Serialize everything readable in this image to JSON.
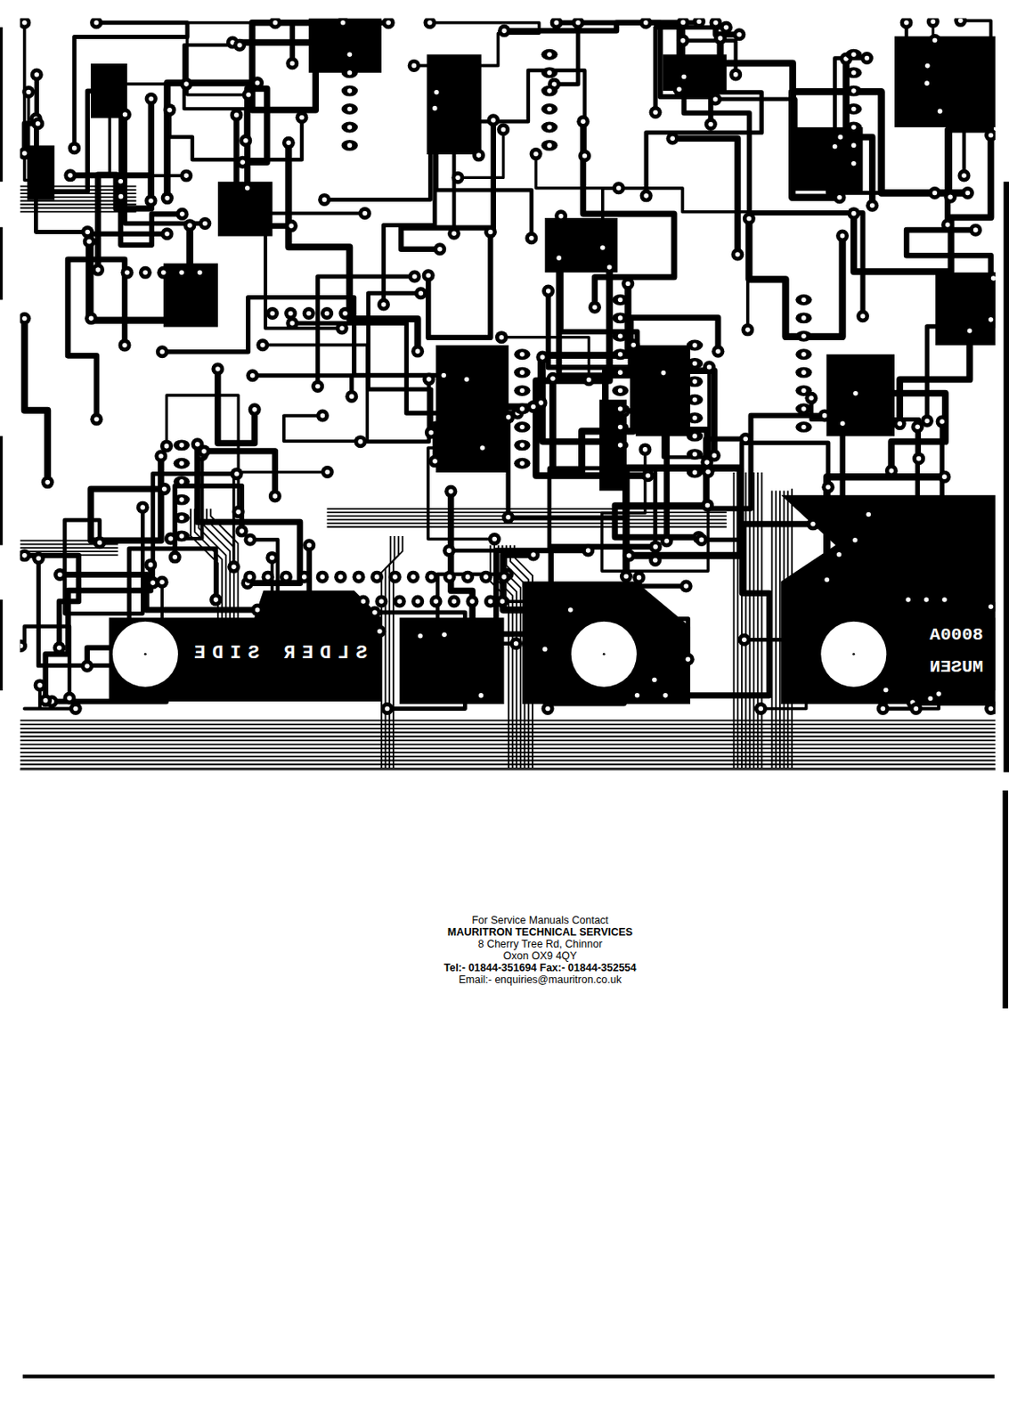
{
  "diagram": {
    "labels": [
      "SLDER SIDE",
      "8000A",
      "MUSEN",
      "For Service Manuals Contact",
      "MAURITRON TECHNICAL SERVICES",
      "8 Cherry Tree Rd, Chinnor",
      "Oxon OX9 4QY",
      "Tel:- 01844-351694 Fax:- 01844-352554",
      "Email:- enquiries@mauritron.co.uk"
    ]
  }
}
